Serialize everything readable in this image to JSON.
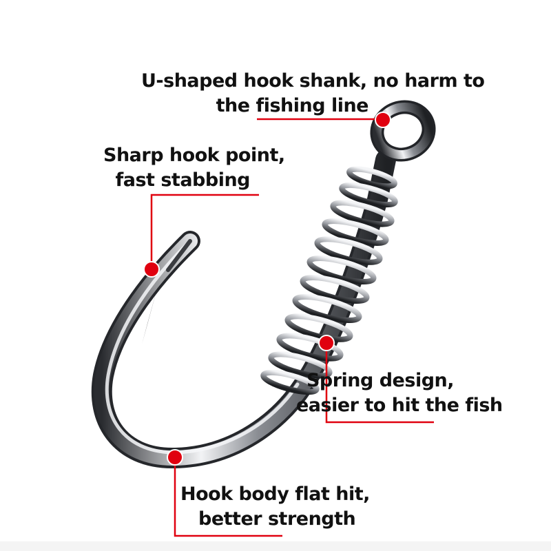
{
  "callouts": {
    "shank": {
      "line1": "U-shaped hook shank, no harm to",
      "line2": "the fishing line"
    },
    "point": {
      "line1": "Sharp hook point,",
      "line2": "fast stabbing"
    },
    "spring": {
      "line1": "Spring design,",
      "line2": "easier to hit the fish"
    },
    "body": {
      "line1": "Hook body flat hit,",
      "line2": "better strength"
    }
  },
  "colors": {
    "accent": "#e0000f",
    "metal_dark": "#2e3033",
    "metal_light": "#e8eaee",
    "background": "#ffffff"
  }
}
